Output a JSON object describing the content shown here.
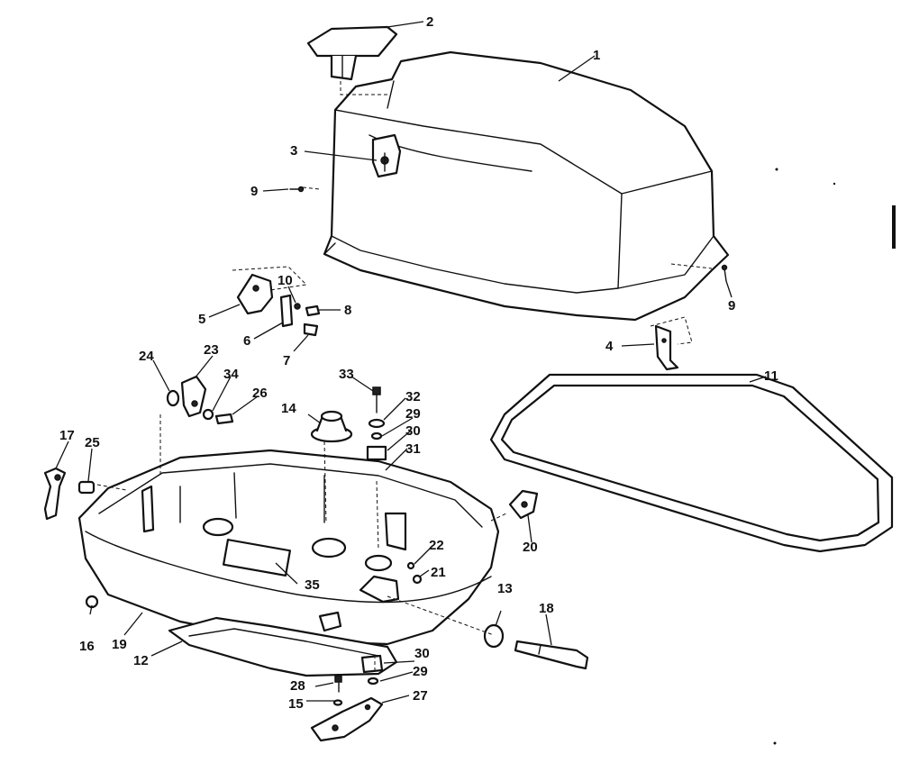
{
  "diagram": {
    "callouts": [
      {
        "id": "c1",
        "label": "1"
      },
      {
        "id": "c2",
        "label": "2"
      },
      {
        "id": "c3",
        "label": "3"
      },
      {
        "id": "c4",
        "label": "4"
      },
      {
        "id": "c5",
        "label": "5"
      },
      {
        "id": "c6",
        "label": "6"
      },
      {
        "id": "c7",
        "label": "7"
      },
      {
        "id": "c8",
        "label": "8"
      },
      {
        "id": "c9a",
        "label": "9"
      },
      {
        "id": "c9b",
        "label": "9"
      },
      {
        "id": "c10",
        "label": "10"
      },
      {
        "id": "c11",
        "label": "11"
      },
      {
        "id": "c12",
        "label": "12"
      },
      {
        "id": "c13",
        "label": "13"
      },
      {
        "id": "c14",
        "label": "14"
      },
      {
        "id": "c15",
        "label": "15"
      },
      {
        "id": "c16",
        "label": "16"
      },
      {
        "id": "c17",
        "label": "17"
      },
      {
        "id": "c18",
        "label": "18"
      },
      {
        "id": "c19",
        "label": "19"
      },
      {
        "id": "c20",
        "label": "20"
      },
      {
        "id": "c21",
        "label": "21"
      },
      {
        "id": "c22",
        "label": "22"
      },
      {
        "id": "c23",
        "label": "23"
      },
      {
        "id": "c24",
        "label": "24"
      },
      {
        "id": "c25",
        "label": "25"
      },
      {
        "id": "c26",
        "label": "26"
      },
      {
        "id": "c27",
        "label": "27"
      },
      {
        "id": "c28",
        "label": "28"
      },
      {
        "id": "c29a",
        "label": "29"
      },
      {
        "id": "c29b",
        "label": "29"
      },
      {
        "id": "c30a",
        "label": "30"
      },
      {
        "id": "c30b",
        "label": "30"
      },
      {
        "id": "c31",
        "label": "31"
      },
      {
        "id": "c32",
        "label": "32"
      },
      {
        "id": "c33",
        "label": "33"
      },
      {
        "id": "c34",
        "label": "34"
      },
      {
        "id": "c35",
        "label": "35"
      }
    ]
  }
}
